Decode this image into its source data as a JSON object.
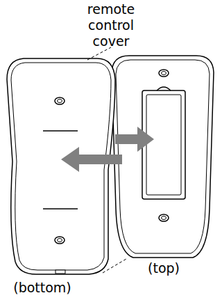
{
  "diagram": {
    "labels": [
      "remote control cover",
      "(bottom)",
      "(top)"
    ]
  }
}
